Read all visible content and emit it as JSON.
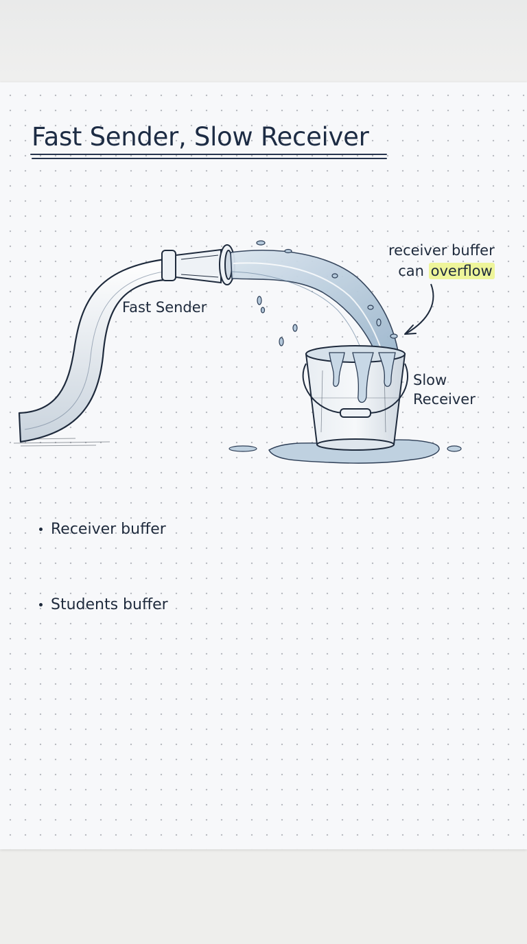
{
  "title": "Fast Sender, Slow Receiver",
  "labels": {
    "fast_sender": "Fast Sender",
    "slow_receiver_line1": "Slow",
    "slow_receiver_line2": "Receiver"
  },
  "callout": {
    "line1": "receiver buffer",
    "line2_prefix": "can",
    "line2_highlight": "overflow"
  },
  "bullets": [
    "Receiver buffer",
    "Students buffer"
  ],
  "colors": {
    "ink": "#1e2a3c",
    "water": "#a9c1d6",
    "highlight": "#eef59a"
  }
}
